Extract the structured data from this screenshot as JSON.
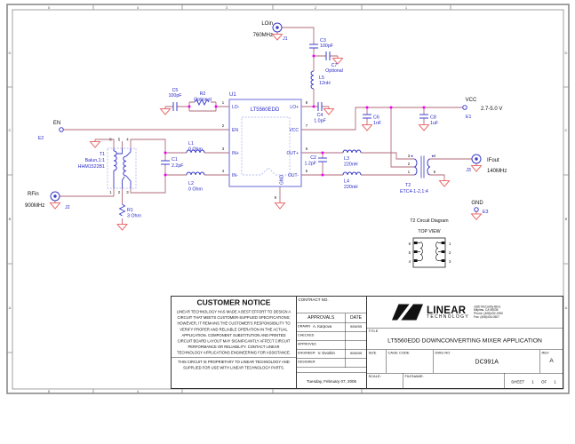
{
  "frame": {
    "cols": [
      "5",
      "4",
      "3",
      "2",
      "1"
    ],
    "rows": [
      "D",
      "C",
      "B",
      "A"
    ]
  },
  "ports": {
    "lo": {
      "name": "LOin",
      "freq": "760MHz",
      "ref": "J1"
    },
    "rf": {
      "name": "RFin",
      "freq": "900MHz",
      "ref": "J2"
    },
    "ifout": {
      "name": "IFout",
      "freq": "140MHz",
      "ref": "J3"
    },
    "vcc": {
      "name": "VCC",
      "range": "2.7-5.0 V",
      "ref": "E1"
    },
    "en": {
      "name": "EN",
      "ref": "E2"
    },
    "gnd": {
      "name": "GND",
      "ref": "E3"
    }
  },
  "ic": {
    "ref": "U1",
    "part": "LT5560EDD",
    "gnd_pad": "GND",
    "pins": {
      "lo_n": {
        "num": "1",
        "name": "LO-"
      },
      "en": {
        "num": "2",
        "name": "EN"
      },
      "in_p": {
        "num": "3",
        "name": "IN+"
      },
      "in_n": {
        "num": "4",
        "name": "IN-"
      },
      "out_n": {
        "num": "5",
        "name": "OUT-"
      },
      "out_p": {
        "num": "6",
        "name": "OUT+"
      },
      "vcc": {
        "num": "7",
        "name": "VCC"
      },
      "lo_p": {
        "num": "8",
        "name": "LO+"
      },
      "gnd": {
        "num": "9"
      }
    }
  },
  "components": {
    "C1": {
      "ref": "C1",
      "value": "2.2pF"
    },
    "C2": {
      "ref": "C2",
      "value": "1.2pF"
    },
    "C3": {
      "ref": "C3",
      "value": "100pF"
    },
    "C4": {
      "ref": "C4",
      "value": "1.0pF"
    },
    "C5": {
      "ref": "C5",
      "value": "100pF"
    },
    "C6": {
      "ref": "C6",
      "value": "1nF"
    },
    "C7": {
      "ref": "C7",
      "value": "Optional"
    },
    "C8": {
      "ref": "C8",
      "value": "1uF"
    },
    "L1": {
      "ref": "L1",
      "value": "0 Ohm"
    },
    "L2": {
      "ref": "L2",
      "value": "0 Ohm"
    },
    "L3": {
      "ref": "L3",
      "value": "220nH"
    },
    "L4": {
      "ref": "L4",
      "value": "220nH"
    },
    "L5": {
      "ref": "L5",
      "value": "12nH"
    },
    "R1": {
      "ref": "R1",
      "value": "3 Ohm"
    },
    "R2": {
      "ref": "R2",
      "value": "Optional"
    },
    "T1": {
      "ref": "T1",
      "type": "Balun,1:1",
      "part": "HHM1522B1",
      "pins_top": [
        "6",
        "5",
        "4"
      ],
      "pins_bottom": [
        "1",
        "2",
        "3"
      ]
    },
    "T2": {
      "ref": "T2",
      "part": "ETC4-1-2,1:4",
      "pins_left": [
        "3",
        "2",
        "1"
      ],
      "pins_right": [
        "4",
        "6"
      ]
    }
  },
  "t2_diagram": {
    "title": "T2 Circuit Diagram",
    "subtitle": "TOP VIEW",
    "left_pins": [
      "6",
      "5",
      "4"
    ],
    "right_pins": [
      "1",
      "2",
      "3"
    ]
  },
  "title_block": {
    "customer_notice": {
      "title": "CUSTOMER NOTICE",
      "body": [
        "LINEAR TECHNOLOGY HAS MADE A BEST EFFORT TO DESIGN A",
        "CIRCUIT THAT MEETS CUSTOMER-SUPPLIED SPECIFICATIONS;",
        "HOWEVER, IT REMAINS THE CUSTOMER'S RESPONSIBILITY TO",
        "VERIFY PROPER AND RELIABLE OPERATION IN THE ACTUAL",
        "APPLICATION.  COMPONENT SUBSTITUTION AND PRINTED",
        "CIRCUIT BOARD LAYOUT MAY SIGNIFICANTLY AFFECT CIRCUIT",
        "PERFORMANCE OR RELIABILITY.  CONTACT LINEAR",
        "TECHNOLOGY APPLICATIONS ENGINEERING FOR ASSISTANCE."
      ],
      "footer": [
        "THIS CIRCUIT IS PROPRIETARY TO LINEAR TECHNOLOGY AND",
        "SUPPLIED FOR USE WITH LINEAR TECHNOLOGY PARTS."
      ]
    },
    "contract_label": "CONTRACT NO.",
    "approvals": {
      "header": "APPROVALS",
      "date_header": "DATE",
      "rows": [
        {
          "role": "DRAWN",
          "name": "A. Karpova",
          "date": "9/08/05"
        },
        {
          "role": "CHECKED",
          "name": "",
          "date": ""
        },
        {
          "role": "APPROVED",
          "name": "",
          "date": ""
        },
        {
          "role": "ENGINEER",
          "name": "V. Dvorkin",
          "date": "9/08/05"
        },
        {
          "role": "DESIGNER",
          "name": "",
          "date": ""
        }
      ],
      "date_line": "Tuesday, February 07, 2006"
    },
    "company": {
      "name_top": "LINEAR",
      "name_bottom": "TECHNOLOGY",
      "address": [
        "1630 McCarthy Blvd.",
        "Milpitas, CA 95035",
        "Phone: (408)432-1900",
        "Fax: (408)434-0507"
      ]
    },
    "title_label": "TITLE",
    "title": "LT5560EDD  DOWNCONVERTING MIXER APPLICATION",
    "size_row": {
      "size_label": "SIZE",
      "cage_label": "CAGE CODE",
      "dwg_label": "DWG NO",
      "dwg_no": "DC991A",
      "rev_label": "REV",
      "rev": "A"
    },
    "scale_row": {
      "scale_label": "SCALE:",
      "filename_label": "FILENAME:",
      "sheet_label": "SHEET",
      "sheet": "1",
      "of_label": "OF",
      "of_total": "1"
    }
  },
  "colors": {
    "wire": "#b06a78",
    "symbol": "#3c3ccc",
    "label": "#2929c8",
    "ground": "#e85c5c",
    "junction": "#f000f0"
  }
}
